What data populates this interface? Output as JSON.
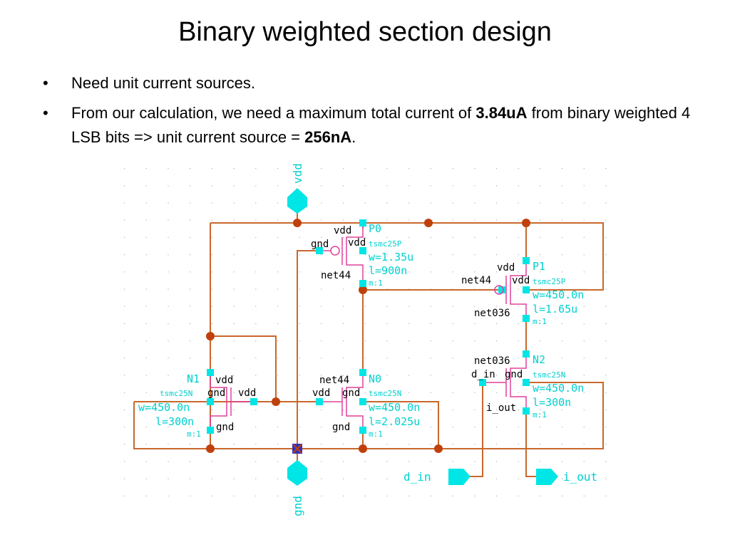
{
  "title": "Binary weighted section design",
  "bullets": [
    {
      "text": "Need unit current sources."
    },
    {
      "pre": "From our calculation, we need a maximum total current of ",
      "b1": "3.84uA",
      "mid": " from binary weighted 4 LSB bits => unit current source = ",
      "b2": "256nA",
      "post": "."
    }
  ],
  "bullet_glyph": "•",
  "schematic": {
    "supply": "vdd",
    "ground": "gnd",
    "pins": {
      "d_in": "d_in",
      "i_out": "i_out"
    },
    "P0": {
      "name": "P0",
      "model": "tsmc25P",
      "w": "w=1.35u",
      "l": "l=900n",
      "m": "m:1",
      "g": "net44",
      "s": "vdd",
      "b": "vdd",
      "b2": "gnd"
    },
    "P1": {
      "name": "P1",
      "model": "tsmc25P",
      "w": "w=450.0n",
      "l": "l=1.65u",
      "m": "m:1",
      "g": "net44",
      "s": "vdd",
      "b": "vdd",
      "d": "net036"
    },
    "N0": {
      "name": "N0",
      "model": "tsmc25N",
      "w": "w=450.0n",
      "l": "l=2.025u",
      "m": "m:1",
      "d": "net44",
      "g": "vdd",
      "b": "gnd",
      "s": "gnd"
    },
    "N1": {
      "name": "N1",
      "model": "tsmc25N",
      "w": "w=450.0n",
      "l": "l=300n",
      "m": "m:1",
      "d": "vdd",
      "g": "vdd",
      "b": "gnd",
      "s": "gnd"
    },
    "N2": {
      "name": "N2",
      "model": "tsmc25N",
      "w": "w=450.0n",
      "l": "l=300n",
      "m": "m:1",
      "d": "net036",
      "g": "d_in",
      "b": "gnd",
      "s": "i_out"
    }
  },
  "colors": {
    "wire": "#c8682c",
    "pin": "#00e5e5",
    "device": "#e0419a",
    "label": "#00d0d0"
  }
}
